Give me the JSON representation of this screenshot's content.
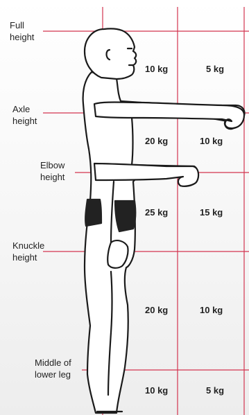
{
  "colors": {
    "guide_line": "#d3344f",
    "figure_stroke": "#1a1a1a",
    "text": "#222222"
  },
  "height_labels": [
    "Full\nheight",
    "Axle\nheight",
    "Elbow\nheight",
    "Knuckle\nheight",
    "Middle of\nlower leg"
  ],
  "zones": [
    {
      "col1": "10 kg",
      "col2": "5 kg"
    },
    {
      "col1": "20 kg",
      "col2": "10 kg"
    },
    {
      "col1": "25 kg",
      "col2": "15 kg"
    },
    {
      "col1": "20 kg",
      "col2": "10 kg"
    },
    {
      "col1": "10 kg",
      "col2": "5 kg"
    }
  ]
}
